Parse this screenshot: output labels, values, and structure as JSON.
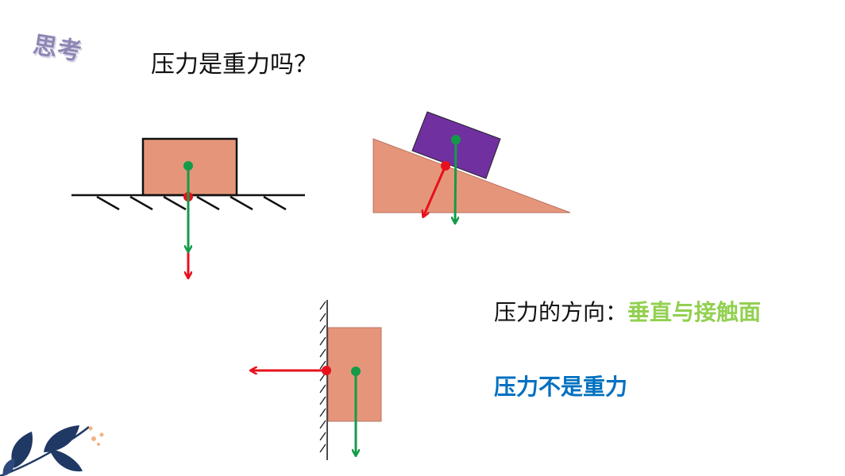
{
  "header": {
    "think_label": "思考",
    "question": "压力是重力吗？"
  },
  "notes": {
    "direction_prefix": "压力的方向：",
    "direction_highlight": "垂直与接触面",
    "conclusion": "压力不是重力"
  },
  "colors": {
    "block": "#e5967a",
    "slope_block": "#7030a0",
    "gravity_arrow": "#149b4a",
    "pressure_arrow": "#e8101c",
    "think_label": "#8e86b4",
    "highlight_green": "#92d050",
    "conclusion_blue": "#0070c0",
    "decor_navy": "#1f3864",
    "decor_orange": "#f4b183"
  },
  "icons": {
    "corner_decoration": "leaf-branch-icon"
  }
}
